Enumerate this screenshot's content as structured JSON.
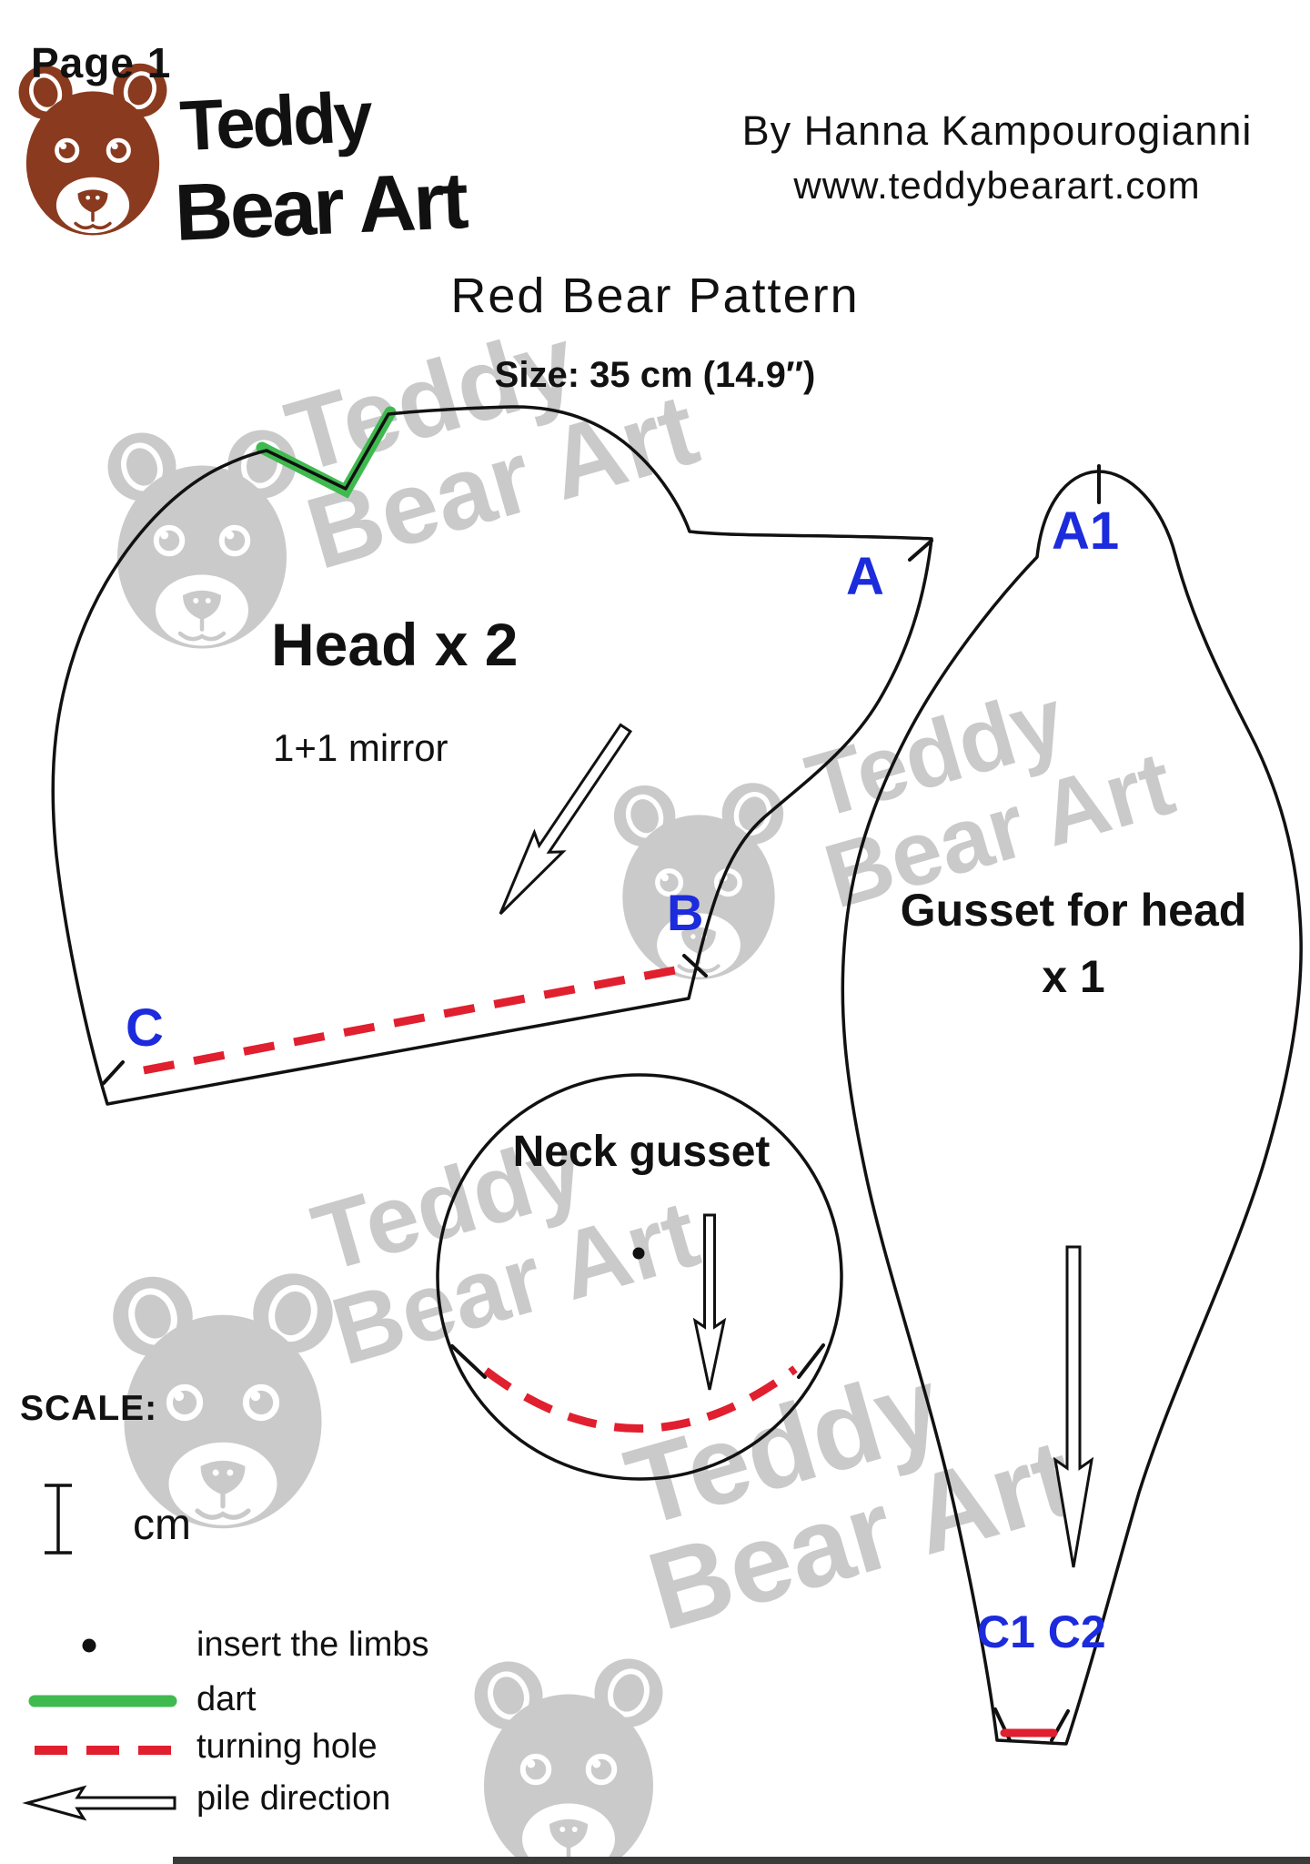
{
  "page": {
    "page_label": "Page 1"
  },
  "logo": {
    "brand_line1": "Teddy",
    "brand_line2": "Bear Art"
  },
  "byline": {
    "author": "By Hanna Kampourogianni",
    "website": "www.teddybearart.com"
  },
  "pattern": {
    "title": "Red Bear Pattern",
    "size": "Size: 35 cm (14.9″)"
  },
  "pieces": {
    "head": {
      "name": "Head x 2",
      "note": "1+1 mirror",
      "label_a": "A",
      "label_b": "B",
      "label_c": "C"
    },
    "head_gusset": {
      "name_line1": "Gusset for head",
      "name_line2": "x 1",
      "label_a1": "A1",
      "label_c1c2": "C1 C2"
    },
    "neck_gusset": {
      "name": "Neck gusset"
    }
  },
  "scale": {
    "heading": "SCALE:",
    "unit_label": "cm"
  },
  "legend": {
    "items": [
      {
        "symbol": "insert-dot",
        "label": "insert the limbs"
      },
      {
        "symbol": "dart-green-line",
        "label": "dart"
      },
      {
        "symbol": "turning-hole-red-dashed-line",
        "label": "turning hole"
      },
      {
        "symbol": "pile-direction-arrow",
        "label": "pile direction"
      }
    ]
  },
  "watermark": {
    "line1": "Teddy",
    "line2": "Bear Art"
  },
  "colors": {
    "label_blue": "#1c2bdc",
    "turning_hole_red": "#e01f2f",
    "dart_green": "#3fba4f",
    "logo_brown": "#8a3a1e",
    "watermark_gray": "#cacaca",
    "outline_black": "#111111"
  }
}
